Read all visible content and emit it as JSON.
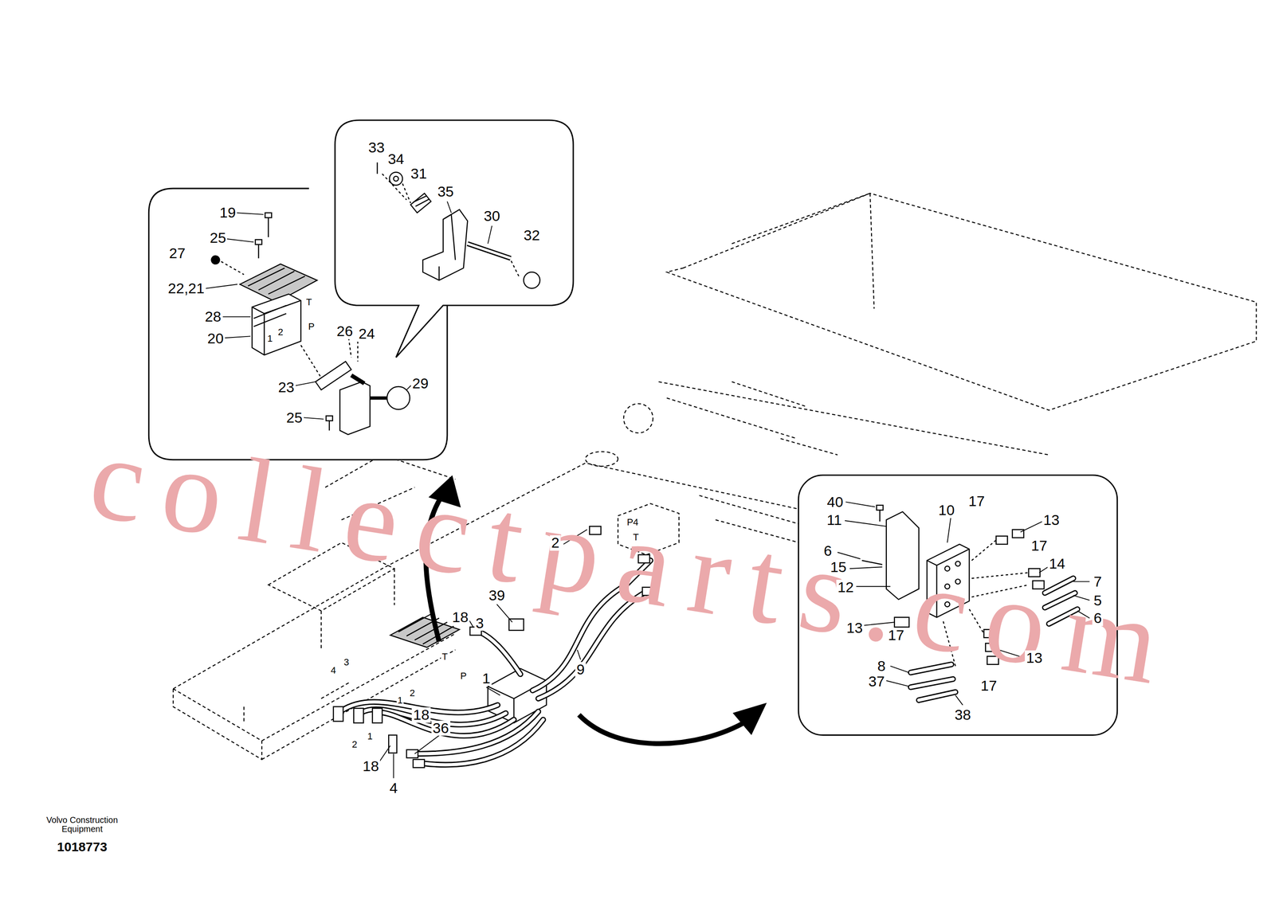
{
  "diagram": {
    "labels": [
      "collectparts.com",
      "19",
      "25",
      "27",
      "22,21",
      "28",
      "20",
      "T",
      "P",
      "1",
      "2",
      "26",
      "24",
      "23",
      "29",
      "25",
      "33",
      "34",
      "31",
      "35",
      "30",
      "32",
      "P4",
      "T",
      "2",
      "39",
      "18",
      "3",
      "T",
      "P",
      "1",
      "9",
      "4",
      "3",
      "1",
      "2",
      "18",
      "36",
      "2",
      "1",
      "18",
      "4",
      "40",
      "11",
      "10",
      "17",
      "13",
      "6",
      "15",
      "17",
      "14",
      "7",
      "12",
      "5",
      "6",
      "13",
      "17",
      "13",
      "8",
      "37",
      "17",
      "38",
      "Volvo Construction Equipment",
      "1018773"
    ]
  }
}
